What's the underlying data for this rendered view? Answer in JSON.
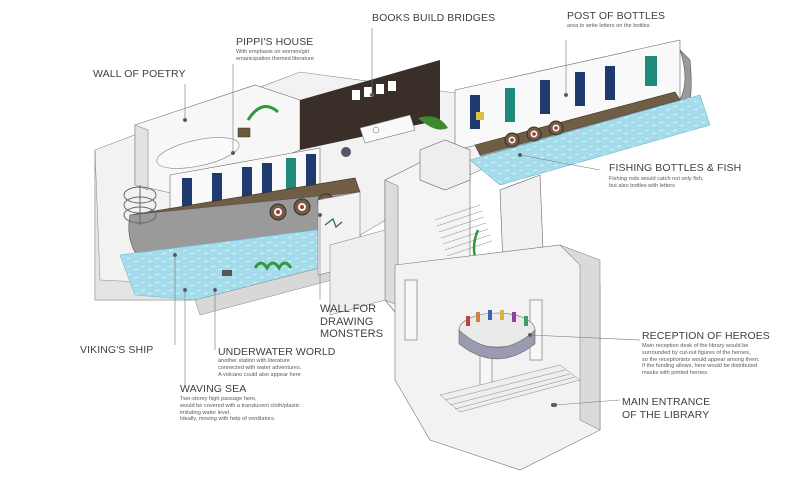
{
  "labels": {
    "books_build_bridges": "BOOKS BUILD BRIDGES",
    "post_of_bottles": "POST OF BOTTLES",
    "post_of_bottles_desc": "area to write letters on the bottles",
    "pippis_house": "PIPPI'S HOUSE",
    "pippis_house_desc": [
      "With emphasis on women/girl",
      "emanicipation themed literature"
    ],
    "wall_of_poetry": "WALL OF POETRY",
    "fishing": "FISHING BOTTLES & FISH",
    "fishing_desc": [
      "Fishing rods would catch not only fish,",
      "but also bottles with letters"
    ],
    "wall_for_drawing": [
      "WALL FOR",
      "DRAWING",
      "MONSTERS"
    ],
    "vikings_ship": "VIKING'S SHIP",
    "underwater_world": "UNDERWATER WORLD",
    "underwater_desc": [
      "another station with literature",
      "connected with water adventures.",
      "A volcano could also appear here"
    ],
    "waving_sea": "WAVING SEA",
    "waving_sea_desc": [
      "Two-storey high passage here,",
      "would be covered with a translucent cloth/plastic",
      "imitating water level.",
      "Ideally, moving with help of ventilators."
    ],
    "reception": "RECEPTION OF HEROES",
    "reception_desc": [
      "Main reception desk of the library would be",
      "surrounded by cut-out figures of the heroes,",
      "so the receptionists would appear among them.",
      "If the funding allows, here would be distributed",
      "masks with printed heroes."
    ],
    "main_entrance": [
      "MAIN ENTRANCE",
      "OF THE LIBRARY"
    ]
  },
  "colors": {
    "water": "#8fd3e8",
    "navy_panel": "#1f3a6e",
    "teal_panel": "#1e8a7a",
    "hull": "#9a9a9a",
    "deck": "#6f5d45",
    "dark_wall": "#3a2e28",
    "leader": "#777777"
  }
}
